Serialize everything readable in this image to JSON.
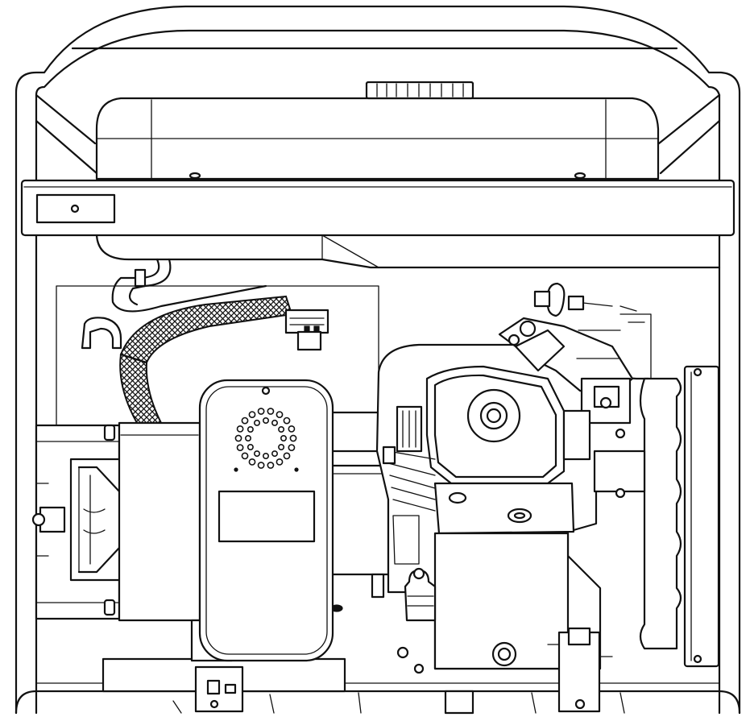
{
  "figure": {
    "subject": "portable-generator-side-view",
    "line_color": "#111111",
    "background_color": "#ffffff",
    "grill_holes_outer": 18,
    "grill_holes_inner": 12
  }
}
